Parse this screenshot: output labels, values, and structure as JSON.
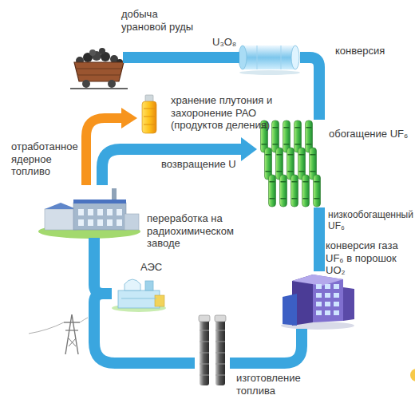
{
  "diagram": {
    "nodes": [
      {
        "text": [
          "добыча урановой руды"
        ]
      },
      {
        "text": [
          "конверсия"
        ]
      },
      {
        "text": [
          "обогащение UF₆"
        ]
      },
      {
        "text": [
          "конверсия газа UF₆ в порошок UO₂"
        ]
      },
      {
        "text": [
          "изготовление топлива"
        ]
      },
      {
        "text": [
          "АЭС"
        ]
      },
      {
        "text": [
          "переработка на радиохимическом заводе"
        ]
      },
      {
        "text": [
          "хранение плутония и захоронение РАО (продуктов деления)"
        ]
      }
    ],
    "edges": [
      {
        "from": 0,
        "to": 1,
        "arrow": "none",
        "label": "U₃O₈"
      },
      {
        "from": 1,
        "to": 2,
        "arrow": "none"
      },
      {
        "from": 2,
        "to": 3,
        "arrow": "none",
        "label": "низкообогащенный UF₆"
      },
      {
        "from": 3,
        "to": 4,
        "arrow": "none"
      },
      {
        "from": 4,
        "to": 5,
        "arrow": "none"
      },
      {
        "from": 5,
        "to": 6,
        "arrow": "none"
      },
      {
        "from": 6,
        "to": 2,
        "arrow": "to",
        "label": "возвращение U"
      },
      {
        "from": 6,
        "to": 7,
        "arrow": "to",
        "label": "отработанное ядерное топливо"
      }
    ]
  }
}
